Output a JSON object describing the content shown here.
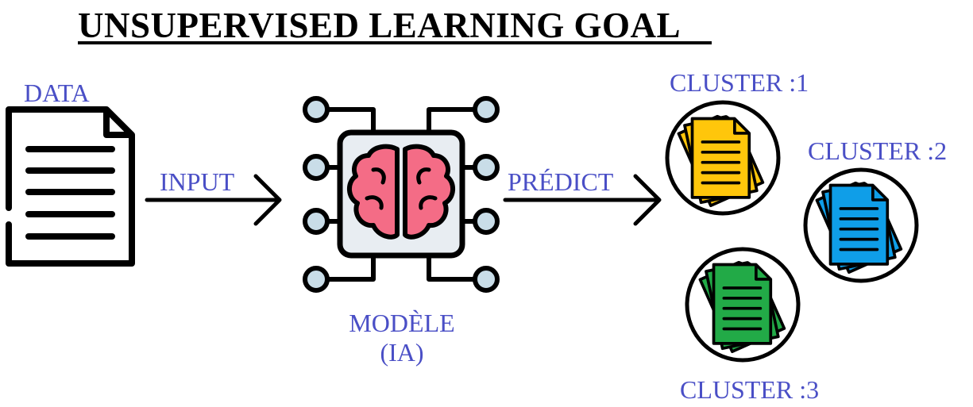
{
  "title": "UNSUPERVISED LEARNING GOAL",
  "labels": {
    "data": "DATA",
    "input": "INPUT",
    "predict": "PRÉDICT",
    "model_line1": "MODÈLE",
    "model_line2": "(IA)",
    "cluster1": "CLUSTER :1",
    "cluster2": "CLUSTER :2",
    "cluster3": "CLUSTER :3"
  },
  "colors": {
    "label": "#4a4fc6",
    "cluster1": "#ffc60b",
    "cluster2": "#0f9ee8",
    "cluster3": "#22aa47",
    "brain": "#f46c86",
    "chip": "#e8edf2",
    "node": "#c9dde8"
  },
  "icons": [
    "document-icon",
    "brain-chip-icon",
    "cluster-documents-icon"
  ]
}
